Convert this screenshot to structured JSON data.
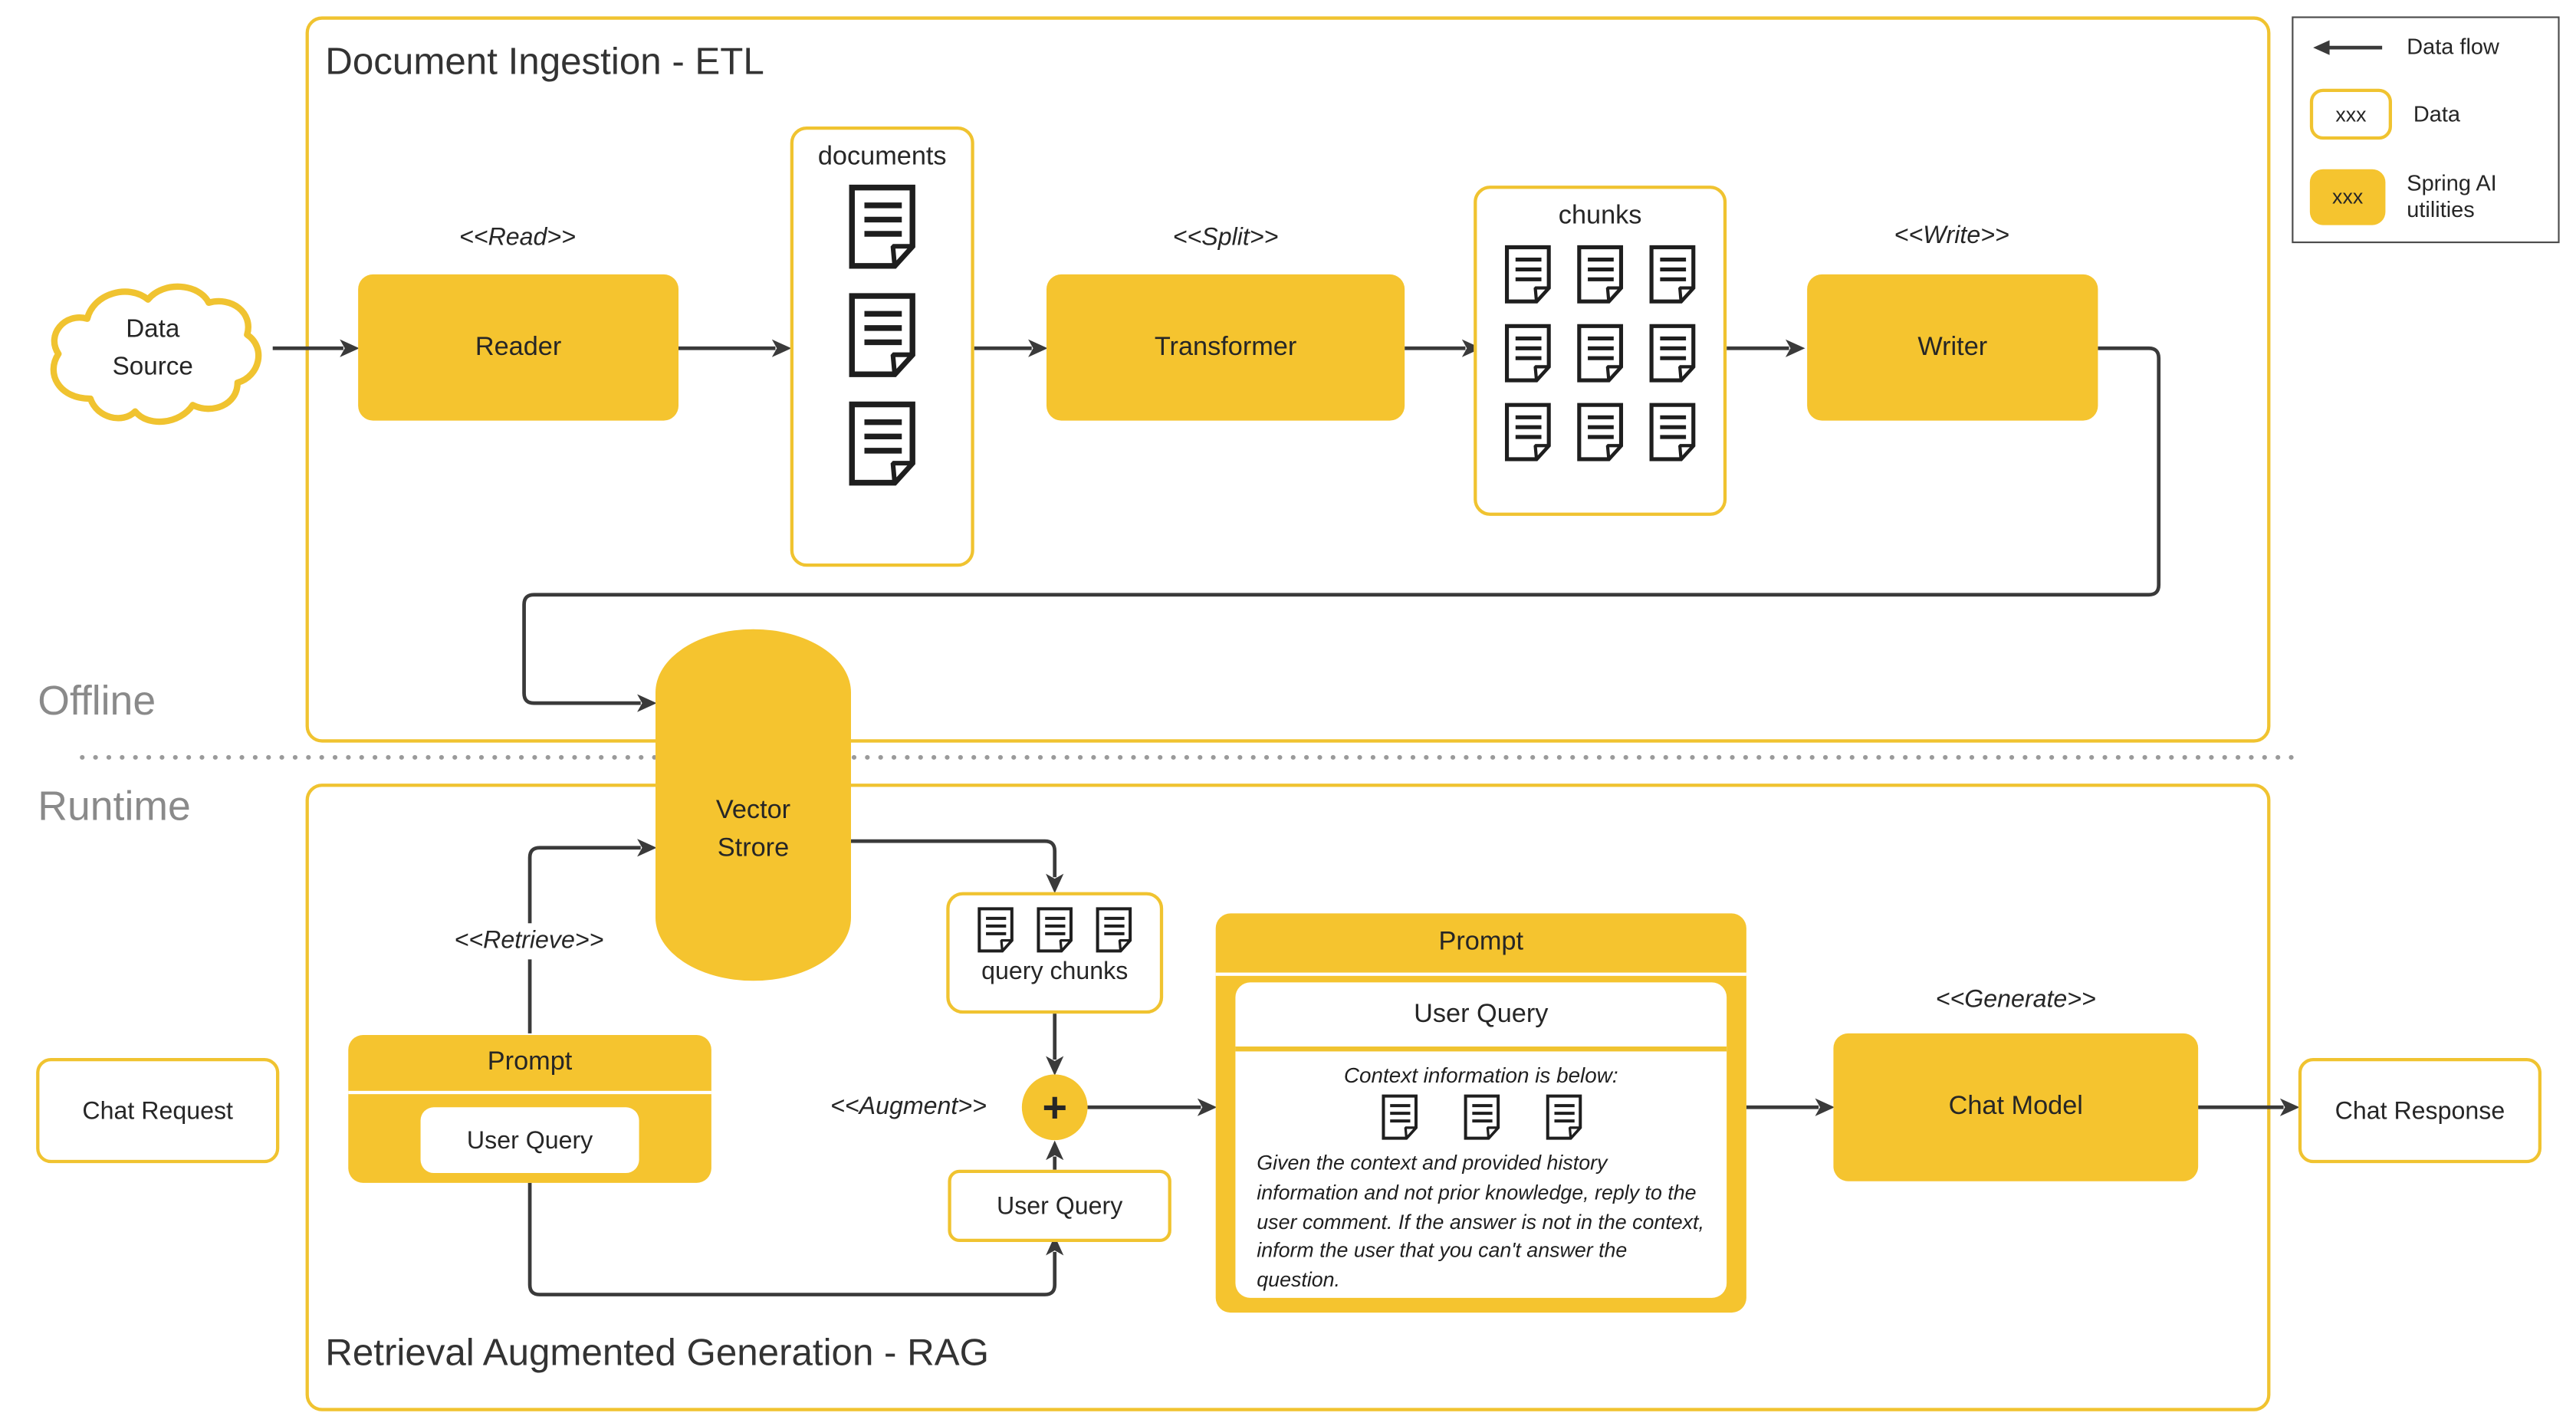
{
  "colors": {
    "accent_yellow": "#F5C42F",
    "outline_yellow": "#F0C330",
    "connector_gray": "#3A3A3A",
    "muted_gray": "#8A8A8A"
  },
  "legend": {
    "data_flow_label": "Data flow",
    "data_swatch_text": "xxx",
    "data_label": "Data",
    "spring_swatch_text": "xxx",
    "spring_label": "Spring AI utilities"
  },
  "sections": {
    "offline": "Offline",
    "runtime": "Runtime"
  },
  "etl": {
    "title": "Document Ingestion - ETL",
    "data_source_line1": "Data",
    "data_source_line2": "Source",
    "read_stereotype": "<<Read>>",
    "reader": "Reader",
    "documents_label": "documents",
    "split_stereotype": "<<Split>>",
    "transformer": "Transformer",
    "chunks_label": "chunks",
    "write_stereotype": "<<Write>>",
    "writer": "Writer"
  },
  "vector_store": {
    "line1": "Vector",
    "line2": "Strore"
  },
  "rag": {
    "title": "Retrieval Augmented Generation - RAG",
    "chat_request": "Chat Request",
    "prompt_header": "Prompt",
    "prompt_user_query": "User Query",
    "retrieve_stereotype": "<<Retrieve>>",
    "query_chunks_label": "query chunks",
    "augment_stereotype": "<<Augment>>",
    "plus_sign": "+",
    "user_query_box": "User Query",
    "big_prompt": {
      "header": "Prompt",
      "user_query": "User Query",
      "context_line": "Context information is below:",
      "instructions": "Given the context and provided history information and not prior knowledge, reply to the user comment. If the answer is not in the context, inform the user that you can't answer the question."
    },
    "generate_stereotype": "<<Generate>>",
    "chat_model": "Chat Model",
    "chat_response": "Chat Response"
  }
}
